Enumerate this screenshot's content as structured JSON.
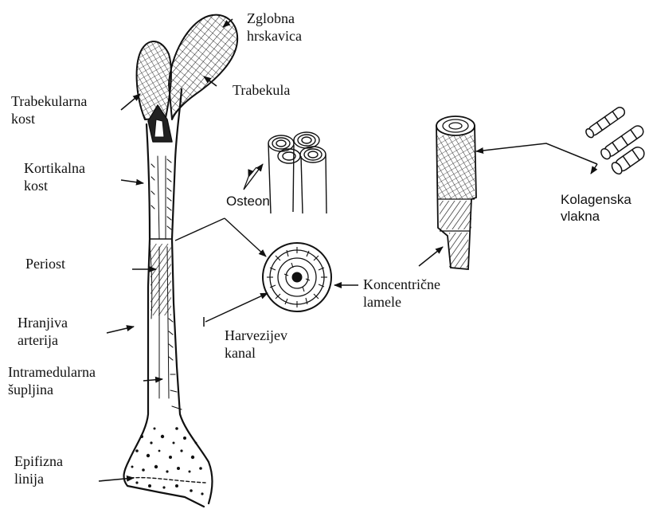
{
  "labels": {
    "zglobna_hrskavica": [
      "Zglobna",
      "hrskavica"
    ],
    "trabekula": "Trabekula",
    "trabekularna_kost": [
      "Trabekularna",
      "kost"
    ],
    "kortikalna_kost": [
      "Kortikalna",
      "kost"
    ],
    "osteon": "Osteon",
    "periost": "Periost",
    "hranjiva_arterija": [
      "Hranjiva",
      "arterija"
    ],
    "intramedularna_supljina": [
      "Intramedularna",
      "šupljina"
    ],
    "epifizna_linija": [
      "Epifizna",
      "linija"
    ],
    "harvezijev_kanal": [
      "Harvezijev",
      "kanal"
    ],
    "koncentricne_lamele": [
      "Koncentrične",
      "lamele"
    ],
    "kolagenska_vlakna": [
      "Kolagenska",
      "vlakna"
    ]
  },
  "colors": {
    "ink": "#111111",
    "background": "#ffffff"
  }
}
